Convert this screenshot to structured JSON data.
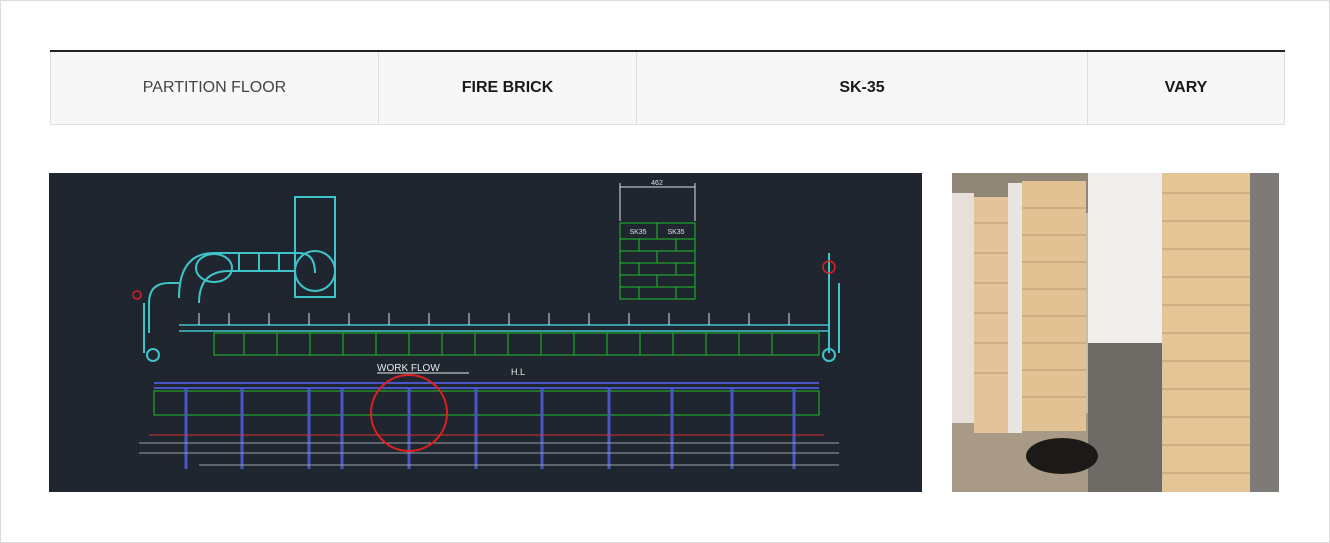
{
  "spec_row": {
    "location": "PARTITION FLOOR",
    "material": "FIRE BRICK",
    "grade": "SK-35",
    "size": "VARY"
  },
  "drawing": {
    "dimension": "462",
    "brick_label_left": "SK35",
    "brick_label_right": "SK35",
    "work_flow": "WORK FLOW",
    "level_mark": "H.L"
  },
  "colors": {
    "drawing_bg": "#202630",
    "cad_green": "#1fbf2a",
    "cad_cyan": "#3fc4c9",
    "cad_blue": "#4a55c8",
    "cad_red": "#e02020",
    "brick": "#e3c49a"
  }
}
